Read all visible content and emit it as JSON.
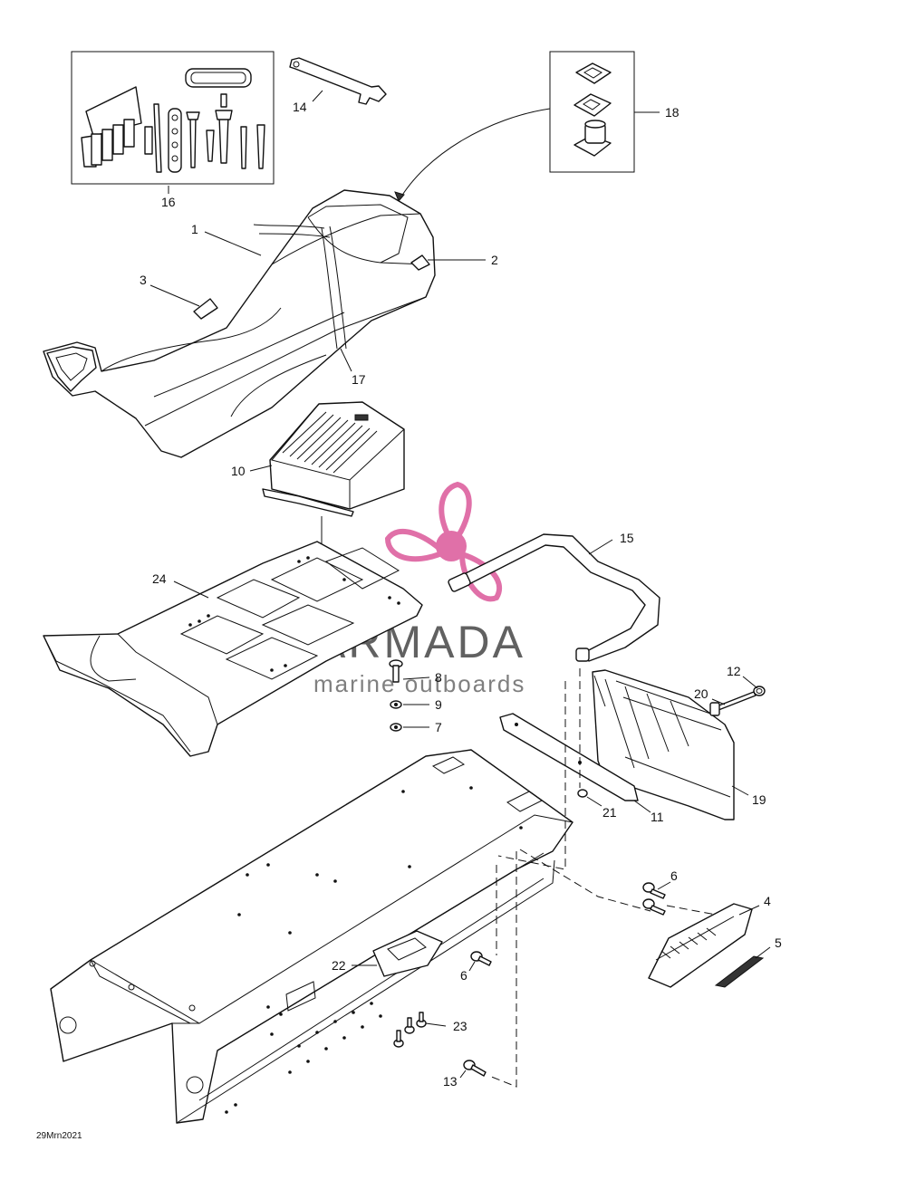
{
  "diagram_code": "29Mrn2021",
  "watermark": {
    "brand": "ARMADA",
    "tagline": "marine outboards",
    "logo_color": "#e070a8"
  },
  "callouts": [
    "1",
    "2",
    "3",
    "4",
    "5",
    "6",
    "6",
    "6",
    "7",
    "8",
    "9",
    "10",
    "11",
    "12",
    "13",
    "14",
    "15",
    "16",
    "17",
    "18",
    "19",
    "20",
    "21",
    "22",
    "23",
    "24"
  ]
}
